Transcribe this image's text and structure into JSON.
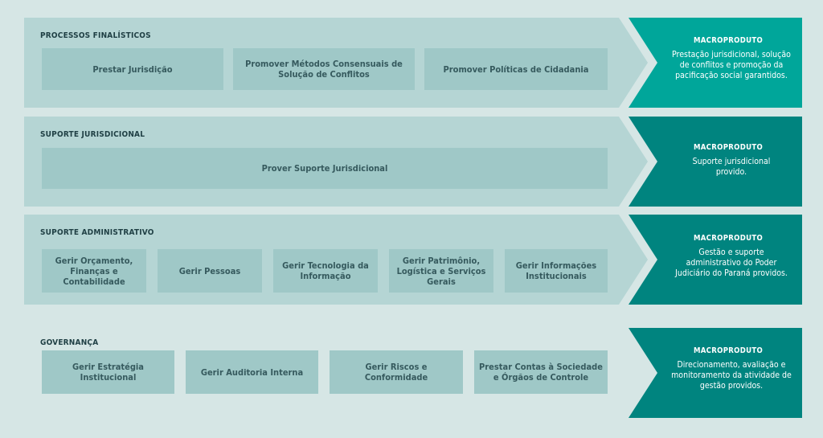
{
  "colors": {
    "background": "#d6e6e5",
    "band": "#b5d5d4",
    "box": "#9fc8c7",
    "macro_light": "#00a69a",
    "macro_dark": "#00847f"
  },
  "lanes": [
    {
      "title": "PROCESSOS FINALÍSTICOS",
      "boxes": [
        "Prestar Jurisdição",
        "Promover Métodos Consensuais de Solução de Conflitos",
        "Promover Políticas de Cidadania"
      ],
      "macro_label": "MACROPRODUTO",
      "macro_text": "Prestação jurisdicional, solução de conflitos e promoção da pacificação social garantidos."
    },
    {
      "title": "SUPORTE JURISDICIONAL",
      "boxes": [
        "Prover Suporte Jurisdicional"
      ],
      "macro_label": "MACROPRODUTO",
      "macro_text": "Suporte jurisdicional provido."
    },
    {
      "title": "SUPORTE ADMINISTRATIVO",
      "boxes": [
        "Gerir Orçamento, Finanças e Contabilidade",
        "Gerir Pessoas",
        "Gerir Tecnologia da Informação",
        "Gerir Patrimônio, Logística e Serviços Gerais",
        "Gerir Informações Institucionais"
      ],
      "macro_label": "MACROPRODUTO",
      "macro_text": "Gestão e suporte administrativo do Poder Judiciário do Paraná providos."
    },
    {
      "title": "GOVERNANÇA",
      "boxes": [
        "Gerir Estratégia Institucional",
        "Gerir Auditoria Interna",
        "Gerir Riscos e Conformidade",
        "Prestar Contas à Sociedade e Órgãos de Controle"
      ],
      "macro_label": "MACROPRODUTO",
      "macro_text": "Direcionamento, avaliação e monitoramento da atividade de gestão providos."
    }
  ]
}
